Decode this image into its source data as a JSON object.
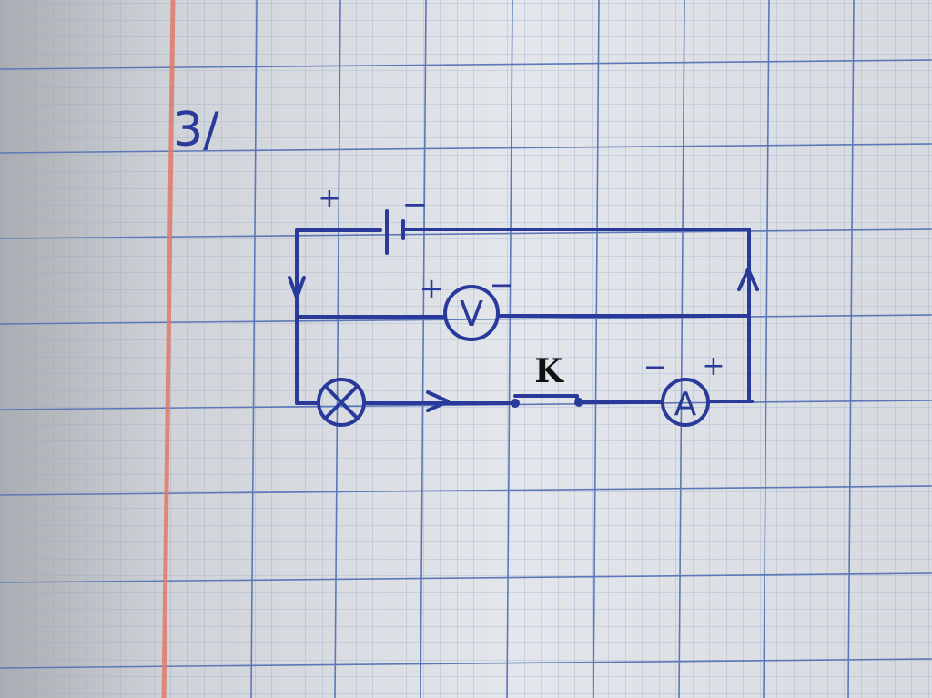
{
  "exercise_number": "3/",
  "battery": {
    "plus_sign": "+",
    "minus_sign": "−"
  },
  "voltmeter": {
    "symbol": "V",
    "plus_sign": "+",
    "minus_sign": "−"
  },
  "ammeter": {
    "symbol": "A",
    "plus_sign": "+",
    "minus_sign": "−"
  },
  "switch": {
    "label": "K"
  },
  "colors": {
    "ink": "#2a3a9a",
    "grid_major": "#5d78b8",
    "grid_minor": "#8ea2cf",
    "margin_line": "#e07a6c",
    "paper": "#dfe3e8"
  }
}
